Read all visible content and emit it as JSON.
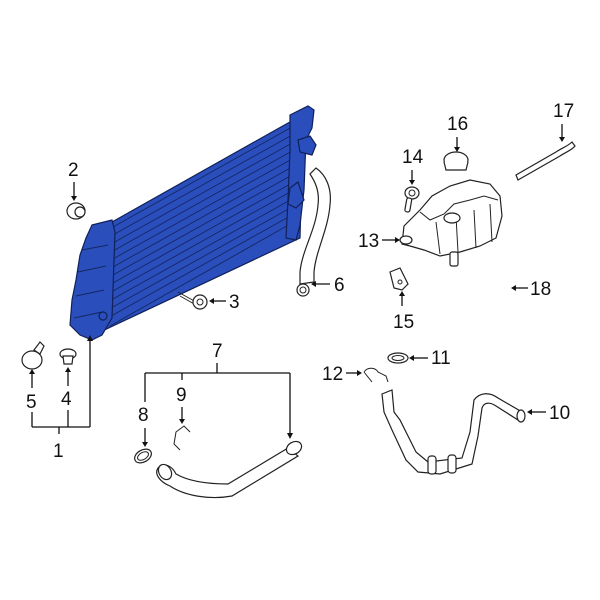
{
  "diagram": {
    "title": "Radiator and cooling components parts diagram",
    "highlight_color": "#2a4fbd",
    "line_color": "#111111",
    "background": "#ffffff"
  },
  "callouts": [
    {
      "id": "1",
      "label": "1",
      "part": "radiator"
    },
    {
      "id": "2",
      "label": "2",
      "part": "insulator"
    },
    {
      "id": "3",
      "label": "3",
      "part": "bolt"
    },
    {
      "id": "4",
      "label": "4",
      "part": "push-pin"
    },
    {
      "id": "5",
      "label": "5",
      "part": "drain-plug"
    },
    {
      "id": "6",
      "label": "6",
      "part": "upper-hose"
    },
    {
      "id": "7",
      "label": "7",
      "part": "lower-hose-assembly"
    },
    {
      "id": "8",
      "label": "8",
      "part": "o-ring"
    },
    {
      "id": "9",
      "label": "9",
      "part": "clip"
    },
    {
      "id": "10",
      "label": "10",
      "part": "overflow-hose"
    },
    {
      "id": "11",
      "label": "11",
      "part": "o-ring"
    },
    {
      "id": "12",
      "label": "12",
      "part": "clip"
    },
    {
      "id": "13",
      "label": "13",
      "part": "reservoir"
    },
    {
      "id": "14",
      "label": "14",
      "part": "bolt"
    },
    {
      "id": "15",
      "label": "15",
      "part": "bracket"
    },
    {
      "id": "16",
      "label": "16",
      "part": "cap"
    },
    {
      "id": "17",
      "label": "17",
      "part": "vent-hose"
    },
    {
      "id": "18",
      "label": "18",
      "part": "hose"
    }
  ]
}
